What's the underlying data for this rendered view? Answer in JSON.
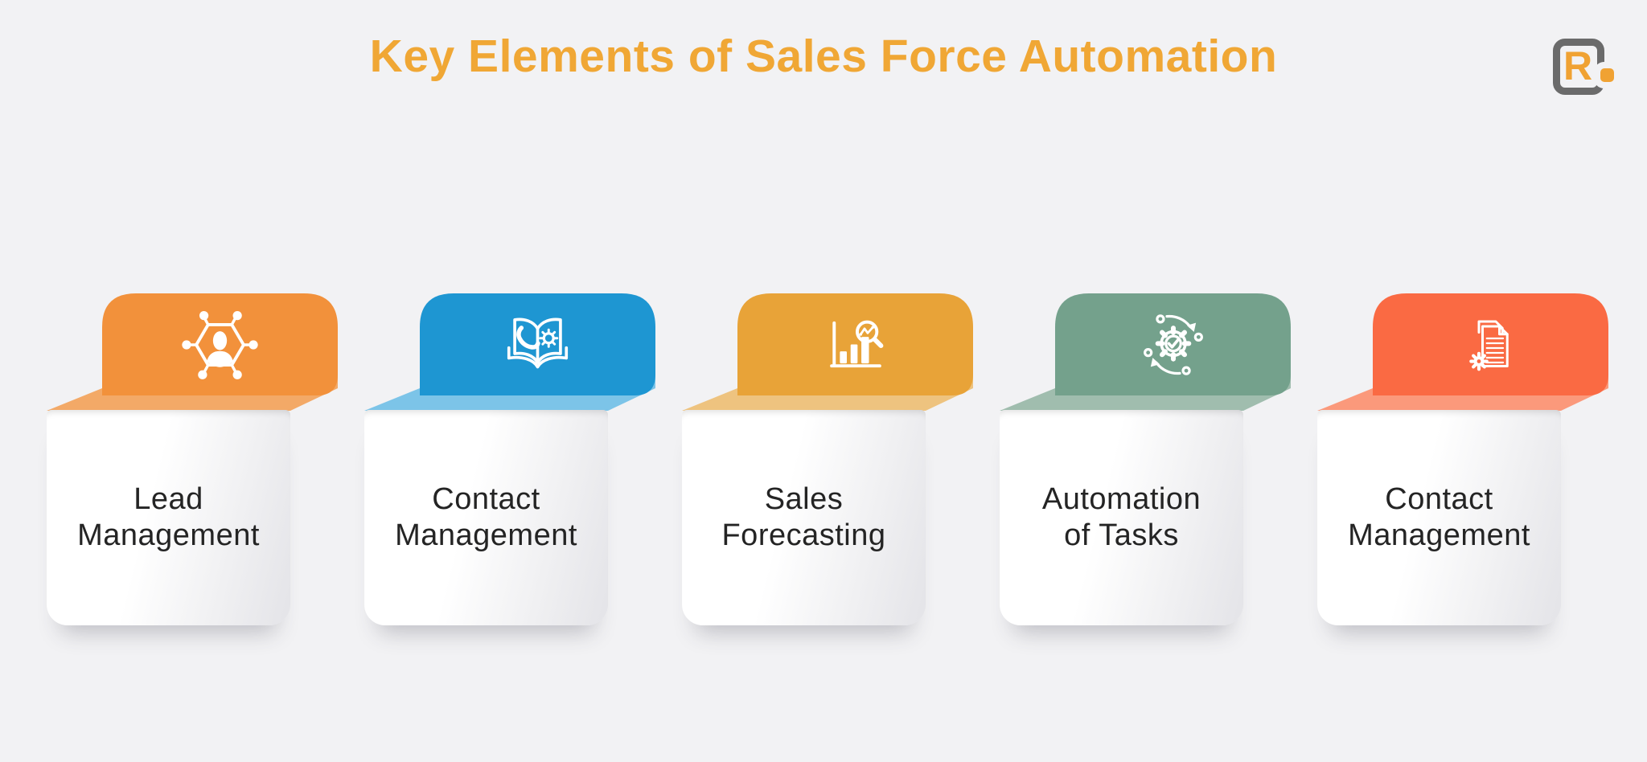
{
  "page": {
    "title": "Key Elements of Sales Force Automation",
    "title_color": "#F0A735",
    "background_color": "#F2F2F4",
    "label_text_color": "#242424"
  },
  "logo": {
    "letter": "R",
    "border_color": "#6B6B6B",
    "accent_color": "#F0A233"
  },
  "cards": [
    {
      "label": "Lead\nManagement",
      "icon": "network-user-icon",
      "tab_color": "#F2913B",
      "flap_color": "#F3A967"
    },
    {
      "label": "Contact\nManagement",
      "icon": "book-phone-gear-icon",
      "tab_color": "#1E96D2",
      "flap_color": "#7CC4E8"
    },
    {
      "label": "Sales\nForecasting",
      "icon": "bar-chart-magnifier-icon",
      "tab_color": "#E8A338",
      "flap_color": "#EEC37F"
    },
    {
      "label": "Automation\nof Tasks",
      "icon": "gear-sync-icon",
      "tab_color": "#74A18C",
      "flap_color": "#A0BDAE"
    },
    {
      "label": "Contact\nManagement",
      "icon": "documents-gear-icon",
      "tab_color": "#FA6A43",
      "flap_color": "#FB997B"
    }
  ]
}
